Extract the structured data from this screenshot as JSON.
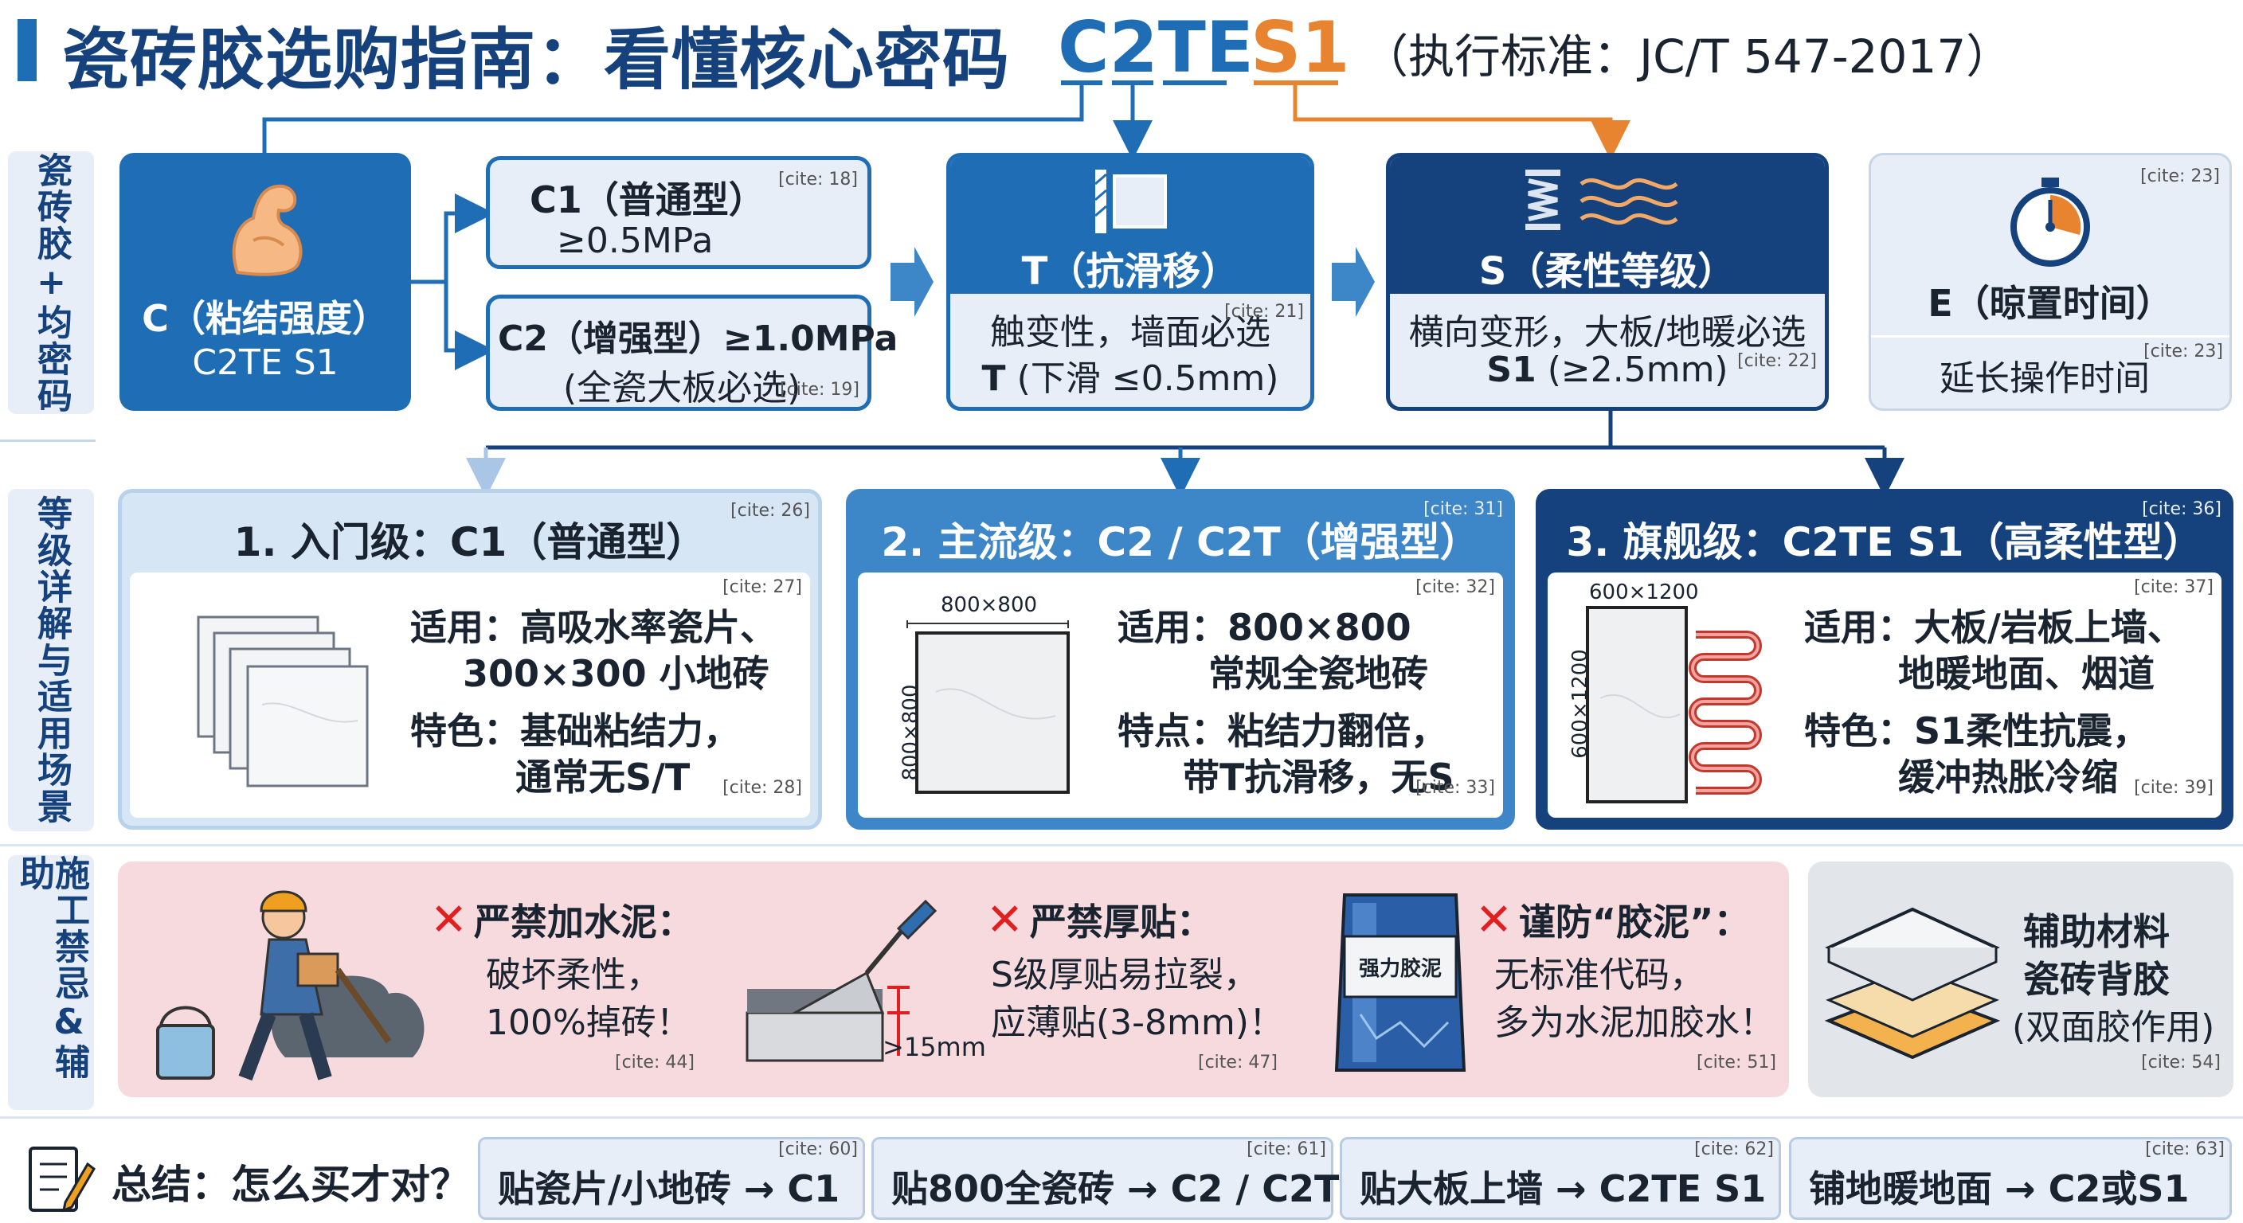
{
  "header": {
    "title": "瓷砖胶选购指南：看懂核心密码",
    "code_main": "C2TE",
    "code_s1": "S1",
    "standard": "（执行标准：JC/T 547-2017）"
  },
  "sections": {
    "code": "瓷砖胶+均密码",
    "grades": "等级详解与适用场景",
    "construction": "施工禁忌&辅助"
  },
  "code_row": {
    "c": {
      "label": "C（粘结强度）",
      "sub": "C2TE S1",
      "icon": "flexed-arm-icon"
    },
    "c1": {
      "title": "C1（普通型）",
      "value": "≥0.5MPa",
      "cite": "[cite: 18]"
    },
    "c2": {
      "title": "C2（增强型）≥1.0MPa",
      "value": "(全瓷大板必选)",
      "cite": "[cite: 19]"
    },
    "t": {
      "title": "T（抗滑移）",
      "line1": "触变性，墙面必选",
      "line2_bold": "T",
      "line2": "(下滑 ≤0.5mm)",
      "cite": "[cite: 21]",
      "icon": "anti-slip-icon"
    },
    "s": {
      "title": "S（柔性等级）",
      "line1": "横向变形，大板/地暖必选",
      "line2_bold": "S1",
      "line2": "(≥2.5mm)",
      "cite": "[cite: 22]",
      "icon": "spring-wave-icon"
    },
    "e": {
      "title": "E（晾置时间）",
      "line1": "延长操作时间",
      "cite_top": "[cite: 23]",
      "cite": "[cite: 23]",
      "icon": "stopwatch-icon"
    }
  },
  "tiers": [
    {
      "title": "1. 入门级：C1（普通型）",
      "cite_head": "[cite: 26]",
      "cite_top": "[cite: 27]",
      "cite_bottom": "[cite: 28]",
      "lines": [
        "适用：高吸水率瓷片、",
        "300×300 小地砖",
        "特色：基础粘结力，",
        "通常无S/T"
      ]
    },
    {
      "title": "2. 主流级：C2 / C2T（增强型）",
      "cite_head": "[cite: 31]",
      "cite_top": "[cite: 32]",
      "cite_bottom": "[cite: 33]",
      "tile_w": "800×800",
      "tile_h": "800×800",
      "lines": [
        "适用：800×800",
        "常规全瓷地砖",
        "特点：粘结力翻倍，",
        "带T抗滑移，无S"
      ]
    },
    {
      "title": "3. 旗舰级：C2TE S1（高柔性型）",
      "cite_head": "[cite: 36]",
      "cite_top": "[cite: 37]",
      "cite_bottom": "[cite: 39]",
      "tile_w": "600×1200",
      "tile_h": "600×1200",
      "lines": [
        "适用：大板/岩板上墙、",
        "地暖地面、烟道",
        "特色：S1柔性抗震，",
        "缓冲热胀冷缩"
      ]
    }
  ],
  "warnings": [
    {
      "title": "严禁加水泥：",
      "lines": [
        "破坏柔性，",
        "100%掉砖！"
      ],
      "cite": "[cite: 44]",
      "icon": "worker-mixing-icon"
    },
    {
      "title": "严禁厚贴：",
      "lines": [
        "S级厚贴易拉裂，",
        "应薄贴(3-8mm)！"
      ],
      "cite": "[cite: 47]",
      "measure": ">15mm",
      "icon": "trowel-icon"
    },
    {
      "title": "谨防“胶泥”：",
      "lines": [
        "无标准代码，",
        "多为水泥加胶水！"
      ],
      "cite": "[cite: 51]",
      "bag_label": "强力胶泥",
      "icon": "glue-bag-icon"
    }
  ],
  "aux": {
    "lines": [
      "辅助材料",
      "瓷砖背胶",
      "(双面胶作用)"
    ],
    "cite": "[cite: 54]",
    "icon": "tile-layers-icon"
  },
  "summary": {
    "label": "总结：怎么买才对？",
    "icon": "checklist-pen-icon",
    "items": [
      {
        "text": "贴瓷片/小地砖 → C1",
        "cite": "[cite: 60]"
      },
      {
        "text": "贴800全瓷砖 → C2 / C2T",
        "cite": "[cite: 61]"
      },
      {
        "text": "贴大板上墙 → C2TE S1",
        "cite": "[cite: 62]"
      },
      {
        "text": "铺地暖地面 → C2或S1",
        "cite": "[cite: 63]"
      }
    ]
  },
  "colors": {
    "primary": "#1f6db5",
    "dark": "#15417c",
    "accent": "#e8832f",
    "warning": "#e02020"
  }
}
